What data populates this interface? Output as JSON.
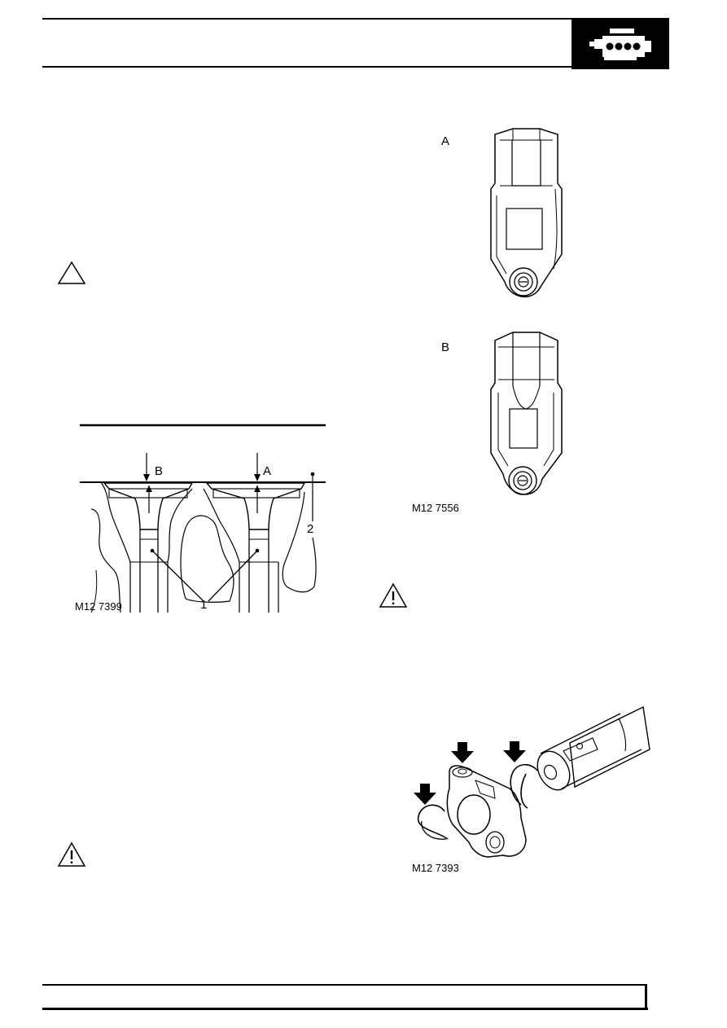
{
  "header": {
    "section_icon": "engine-icon"
  },
  "warnings": {
    "icon": "warning-triangle-icon"
  },
  "figure_valve_depth": {
    "label_a": "A",
    "label_b": "B",
    "label_1": "1",
    "label_2": "2",
    "caption": "M12 7399"
  },
  "figure_rocker_arms": {
    "label_a": "A",
    "label_b": "B",
    "caption": "M12 7556"
  },
  "figure_rocker_shaft": {
    "caption": "M12 7393",
    "arrow_icon": "arrow-down-icon"
  }
}
